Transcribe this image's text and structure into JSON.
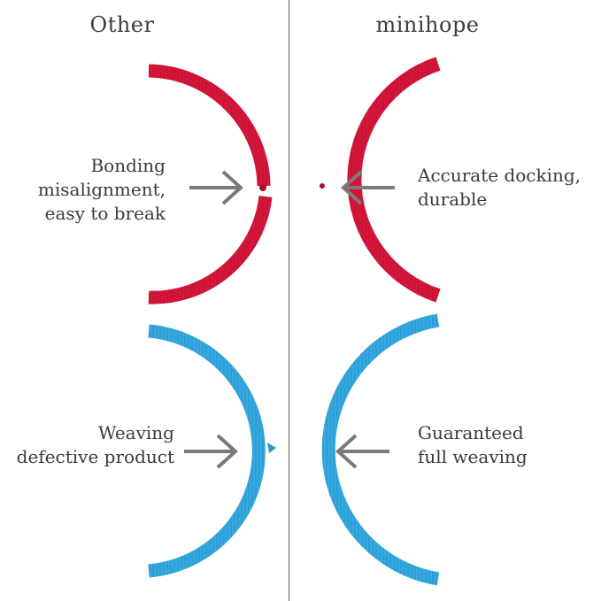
{
  "headings": {
    "left": "Other",
    "right": "minihope"
  },
  "labels": {
    "top_left": [
      "Bonding",
      "misalignment,",
      "easy to break"
    ],
    "top_right": [
      "Accurate docking,",
      "durable"
    ],
    "bottom_left": [
      "Weaving",
      "defective product"
    ],
    "bottom_right": [
      "Guaranteed",
      "full weaving"
    ]
  },
  "colors": {
    "red_band": "#d4163a",
    "blue_band": "#35a9e0",
    "arrow": "#7a7a7a",
    "divider": "#5a5a5a"
  }
}
